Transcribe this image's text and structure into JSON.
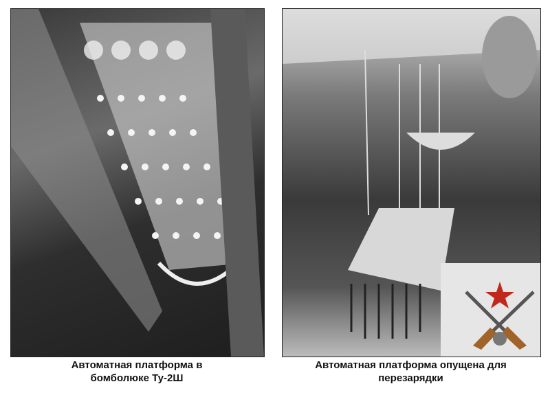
{
  "photos": [
    {
      "caption_line1": "Автоматная платформа в",
      "caption_line2": "бомболюке Ту-2Ш"
    },
    {
      "caption_line1": "Автоматная платформа опущена для",
      "caption_line2": "перезарядки"
    }
  ],
  "logo": {
    "icon": "red-star-crossed-guns-logo"
  },
  "colors": {
    "star": "#c0281c",
    "stock": "#a0642a"
  }
}
